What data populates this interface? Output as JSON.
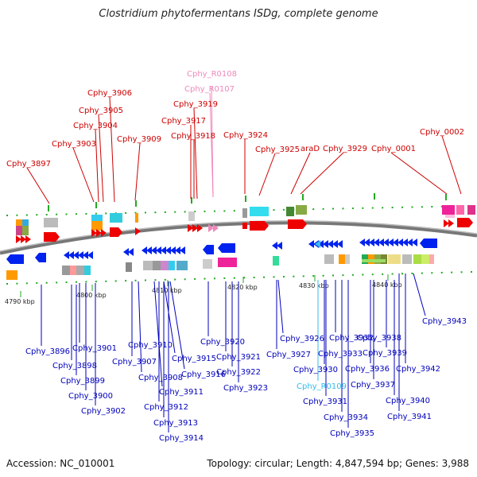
{
  "title": "Clostridium phytofermentans ISDg, complete genome",
  "accession": "Accession: NC_010001",
  "summary": "Topology: circular; Length: 4,847,594 bp; Genes: 3,988",
  "colors": {
    "forward_label": "#cc0000",
    "reverse_label": "#0000bb",
    "rna_pink": "#ee88bb",
    "rna_cyan": "#33bbee",
    "forward_arrow": "#ee0000",
    "reverse_arrow": "#0022ee",
    "backbone": "#777777"
  },
  "scale_ticks": [
    "4790 kbp",
    "4800 kbp",
    "4810 kbp",
    "4820 kbp",
    "4830 kbp",
    "4840 kbp"
  ],
  "forward_labels": [
    {
      "text": "Cphy_R0108",
      "kind": "rna"
    },
    {
      "text": "Cphy_R0107",
      "kind": "rna"
    },
    {
      "text": "Cphy_3906",
      "kind": "gene"
    },
    {
      "text": "Cphy_3919",
      "kind": "gene"
    },
    {
      "text": "Cphy_3905",
      "kind": "gene"
    },
    {
      "text": "Cphy_3917",
      "kind": "gene"
    },
    {
      "text": "Cphy_3904",
      "kind": "gene"
    },
    {
      "text": "Cphy_3918",
      "kind": "gene"
    },
    {
      "text": "Cphy_3924",
      "kind": "gene"
    },
    {
      "text": "Cphy_3909",
      "kind": "gene"
    },
    {
      "text": "Cphy_3903",
      "kind": "gene"
    },
    {
      "text": "Cphy_0002",
      "kind": "gene"
    },
    {
      "text": "Cphy_3925",
      "kind": "gene"
    },
    {
      "text": "araD",
      "kind": "gene"
    },
    {
      "text": "Cphy_3929",
      "kind": "gene"
    },
    {
      "text": "Cphy_0001",
      "kind": "gene"
    },
    {
      "text": "Cphy_3897",
      "kind": "gene"
    }
  ],
  "reverse_labels": [
    {
      "text": "Cphy_3943",
      "kind": "gene"
    },
    {
      "text": "Cphy_3926",
      "kind": "gene"
    },
    {
      "text": "Cphy_3932",
      "kind": "gene"
    },
    {
      "text": "Cphy_3938",
      "kind": "gene"
    },
    {
      "text": "Cphy_3896",
      "kind": "gene"
    },
    {
      "text": "Cphy_3901",
      "kind": "gene"
    },
    {
      "text": "Cphy_3910",
      "kind": "gene"
    },
    {
      "text": "Cphy_3920",
      "kind": "gene"
    },
    {
      "text": "Cphy_3927",
      "kind": "gene"
    },
    {
      "text": "Cphy_3933",
      "kind": "gene"
    },
    {
      "text": "Cphy_3939",
      "kind": "gene"
    },
    {
      "text": "Cphy_3915",
      "kind": "gene"
    },
    {
      "text": "Cphy_3921",
      "kind": "gene"
    },
    {
      "text": "Cphy_3907",
      "kind": "gene"
    },
    {
      "text": "Cphy_3898",
      "kind": "gene"
    },
    {
      "text": "Cphy_3936",
      "kind": "gene"
    },
    {
      "text": "Cphy_3930",
      "kind": "gene"
    },
    {
      "text": "Cphy_3942",
      "kind": "gene"
    },
    {
      "text": "Cphy_3916",
      "kind": "gene"
    },
    {
      "text": "Cphy_3922",
      "kind": "gene"
    },
    {
      "text": "Cphy_3908",
      "kind": "gene"
    },
    {
      "text": "Cphy_3899",
      "kind": "gene"
    },
    {
      "text": "Cphy_R0109",
      "kind": "rna"
    },
    {
      "text": "Cphy_3937",
      "kind": "gene"
    },
    {
      "text": "Cphy_3923",
      "kind": "gene"
    },
    {
      "text": "Cphy_3911",
      "kind": "gene"
    },
    {
      "text": "Cphy_3900",
      "kind": "gene"
    },
    {
      "text": "Cphy_3931",
      "kind": "gene"
    },
    {
      "text": "Cphy_3940",
      "kind": "gene"
    },
    {
      "text": "Cphy_3912",
      "kind": "gene"
    },
    {
      "text": "Cphy_3902",
      "kind": "gene"
    },
    {
      "text": "Cphy_3941",
      "kind": "gene"
    },
    {
      "text": "Cphy_3934",
      "kind": "gene"
    },
    {
      "text": "Cphy_3913",
      "kind": "gene"
    },
    {
      "text": "Cphy_3935",
      "kind": "gene"
    },
    {
      "text": "Cphy_3914",
      "kind": "gene"
    }
  ]
}
